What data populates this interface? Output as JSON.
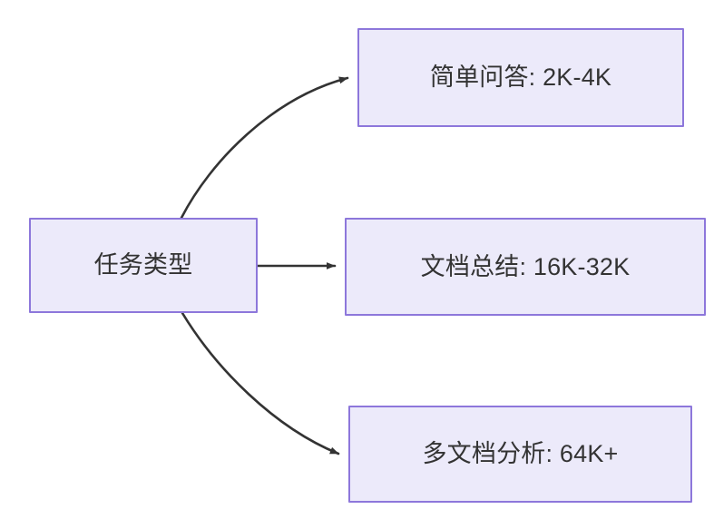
{
  "diagram": {
    "type": "flowchart",
    "direction": "left-to-right",
    "background_color": "#FFFFFF",
    "node_fill_color": "#ECEAFA",
    "node_border_color": "#8D77DB",
    "node_text_color": "#333333",
    "edge_color": "#333333",
    "source_node": {
      "id": "task-type",
      "label": "任务类型"
    },
    "target_nodes": [
      {
        "id": "simple-qa",
        "label": "简单问答: 2K-4K"
      },
      {
        "id": "doc-summary",
        "label": "文档总结: 16K-32K"
      },
      {
        "id": "multi-doc-analysis",
        "label": "多文档分析: 64K+"
      }
    ],
    "edges": [
      {
        "id": "edge-1",
        "from": "task-type",
        "to": "simple-qa",
        "style": "curved-arrow"
      },
      {
        "id": "edge-2",
        "from": "task-type",
        "to": "doc-summary",
        "style": "straight-arrow"
      },
      {
        "id": "edge-3",
        "from": "task-type",
        "to": "multi-doc-analysis",
        "style": "curved-arrow"
      }
    ]
  }
}
